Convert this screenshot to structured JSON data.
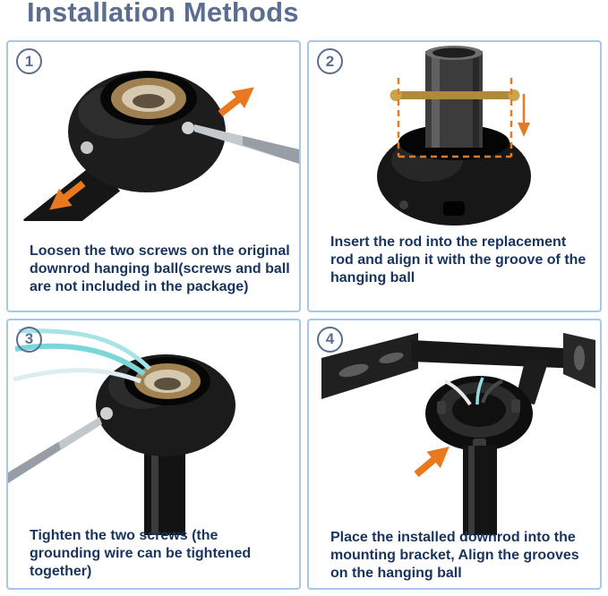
{
  "header": {
    "title": "Installation Methods"
  },
  "steps": [
    {
      "number": "1",
      "caption": "Loosen the two screws on the original downrod hanging ball(screws and ball are not included in the package)",
      "illustration": "hanging-ball-with-screwdriver-and-outward-arrows"
    },
    {
      "number": "2",
      "caption": "Insert the rod into the replacement rod and align it with the groove of the hanging ball",
      "illustration": "rod-inserted-into-hanging-ball-with-dashed-alignment-guides"
    },
    {
      "number": "3",
      "caption": "Tighten the two screws (the grounding wire can be tightened together)",
      "illustration": "hanging-ball-with-grounding-wires-and-screwdriver"
    },
    {
      "number": "4",
      "caption": "Place the installed downrod into the mounting bracket, Align the grooves on the hanging ball",
      "illustration": "downrod-in-mounting-bracket-with-orange-arrow"
    }
  ],
  "colors": {
    "title_color": "#5b6e91",
    "caption_color": "#17345f",
    "panel_border_color": "#a9c7e8",
    "arrow_color": "#e8791e",
    "background": "#ffffff"
  }
}
